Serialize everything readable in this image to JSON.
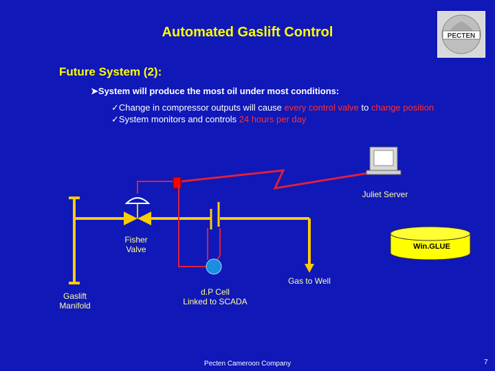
{
  "title": "Automated Gaslift Control",
  "subtitle": "Future System (2):",
  "bullet_main": "System will produce the most oil under most conditions:",
  "checks": {
    "line1_a": "Change in compressor outputs will cause ",
    "line1_b": "every control valve",
    "line1_c": " to ",
    "line1_d": "change position",
    "line2_a": "System monitors and controls ",
    "line2_b": "24 hours per day"
  },
  "labels": {
    "juliet_server": "Juliet Server",
    "winglue": "Win.GLUE",
    "fisher_line1": "Fisher",
    "fisher_line2": "Valve",
    "gas_to_well": "Gas to Well",
    "gaslift_line1": "Gaslift",
    "gaslift_line2": "Manifold",
    "dp_line1": "d.P Cell",
    "dp_line2": "Linked to SCADA"
  },
  "logo_text": "PECTEN",
  "footer": "Pecten Cameroon Company",
  "page_number": "7",
  "colors": {
    "background": "#1018b8",
    "title": "#ffff00",
    "pipe": "#ffcc00",
    "signal": "#e0203a",
    "highlight": "#ff3030",
    "meter": "#1a8fe0"
  }
}
